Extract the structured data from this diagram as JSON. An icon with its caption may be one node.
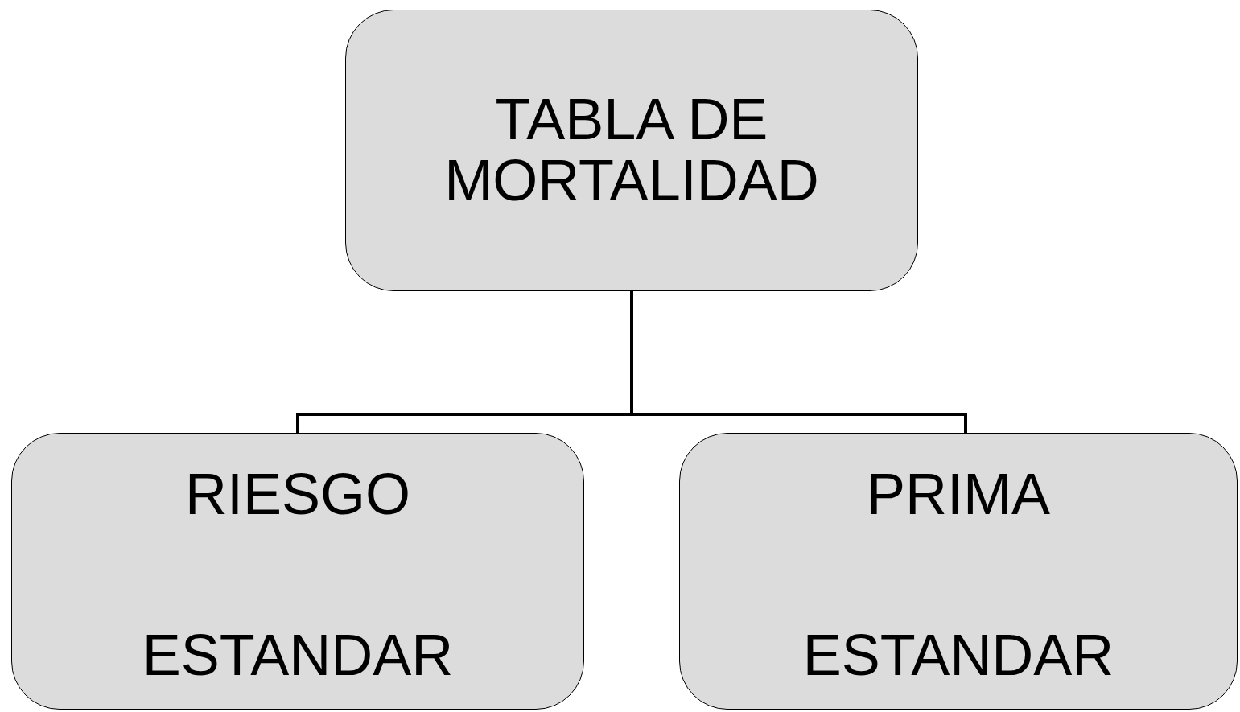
{
  "diagram": {
    "nodes": [
      {
        "text": [
          "TABLA DE MORTALIDAD"
        ]
      },
      {
        "text": [
          "RIESGO",
          "ESTANDAR"
        ]
      },
      {
        "text": [
          "PRIMA",
          "ESTANDAR"
        ]
      }
    ],
    "edges": [
      {
        "from": 0,
        "to": 1,
        "arrow": "none"
      },
      {
        "from": 0,
        "to": 2,
        "arrow": "none"
      }
    ]
  }
}
